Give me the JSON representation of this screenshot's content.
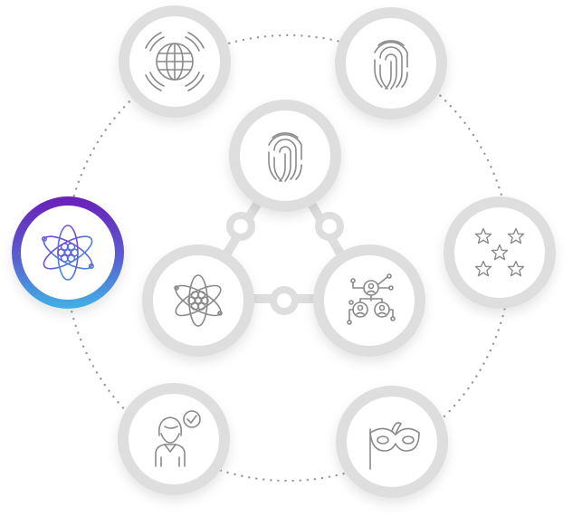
{
  "diagram": {
    "outer_nodes": [
      {
        "id": "globe",
        "icon": "globe-signal-icon"
      },
      {
        "id": "fingerprint-top-right",
        "icon": "fingerprint-icon"
      },
      {
        "id": "stars",
        "icon": "stars-rating-icon"
      },
      {
        "id": "mask",
        "icon": "carnival-mask-icon"
      },
      {
        "id": "user-check",
        "icon": "user-verified-icon"
      },
      {
        "id": "atom-active",
        "icon": "atom-icon",
        "active": true
      }
    ],
    "inner_nodes": [
      {
        "id": "fingerprint-center",
        "icon": "fingerprint-icon"
      },
      {
        "id": "atom-inner",
        "icon": "atom-icon"
      },
      {
        "id": "network-users",
        "icon": "user-network-icon"
      }
    ],
    "colors": {
      "ring": "#dedede",
      "dots": "#9a9a9a",
      "icon": "#8a8a8a",
      "active_gradient_top": "#6a1fb8",
      "active_gradient_bottom": "#3fb3e6"
    }
  }
}
